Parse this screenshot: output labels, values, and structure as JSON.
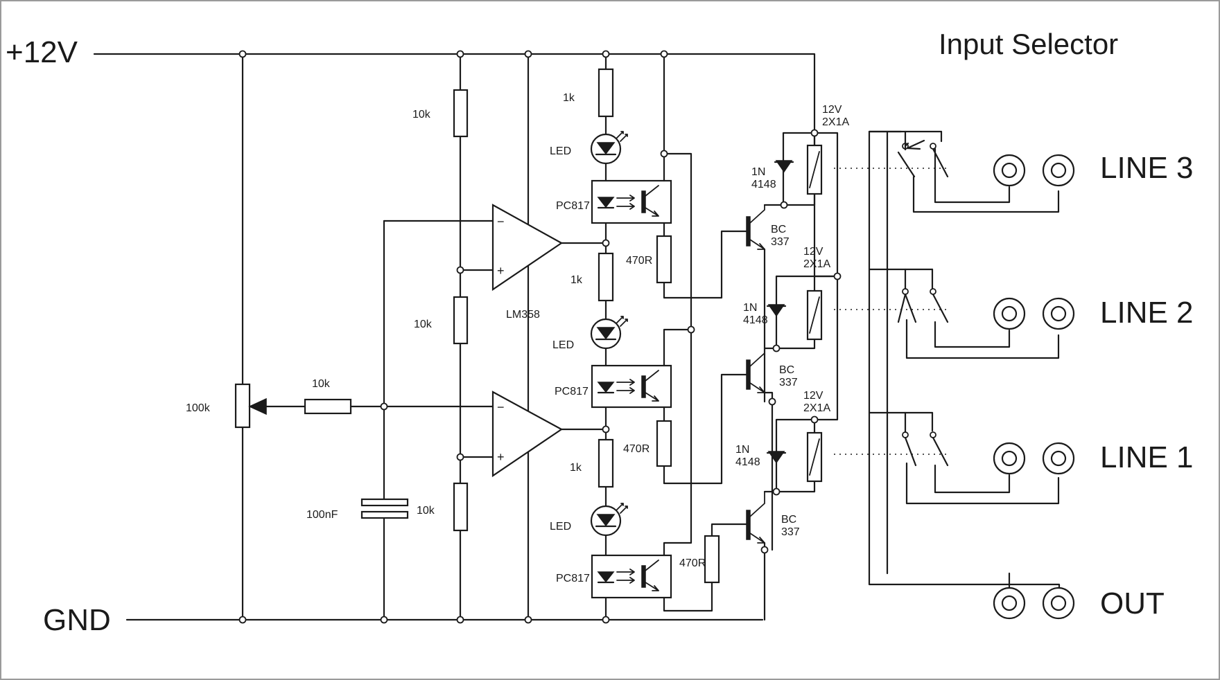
{
  "title": "Input Selector",
  "rails": {
    "vplus": "+12V",
    "gnd": "GND"
  },
  "pot": "100k",
  "r_input": "10k",
  "cap": "100nF",
  "divider": [
    "10k",
    "10k",
    "10k"
  ],
  "opamp": {
    "name": "LM358",
    "minus": "−",
    "plus": "+"
  },
  "stages": [
    {
      "r_led": "1k",
      "led": "LED",
      "opto": "PC817",
      "r_base": "470R",
      "diode": [
        "1N",
        "4148"
      ],
      "transistor": [
        "BC",
        "337"
      ],
      "relay": [
        "12V",
        "2X1A"
      ]
    },
    {
      "r_led": "1k",
      "led": "LED",
      "opto": "PC817",
      "r_base": "470R",
      "diode": [
        "1N",
        "4148"
      ],
      "transistor": [
        "BC",
        "337"
      ],
      "relay": [
        "12V",
        "2X1A"
      ]
    },
    {
      "r_led": "1k",
      "led": "LED",
      "opto": "PC817",
      "r_base": "470R",
      "diode": [
        "1N",
        "4148"
      ],
      "transistor": [
        "BC",
        "337"
      ],
      "relay": [
        "12V",
        "2X1A"
      ]
    }
  ],
  "outputs": [
    "LINE 3",
    "LINE 2",
    "LINE 1",
    "OUT"
  ]
}
